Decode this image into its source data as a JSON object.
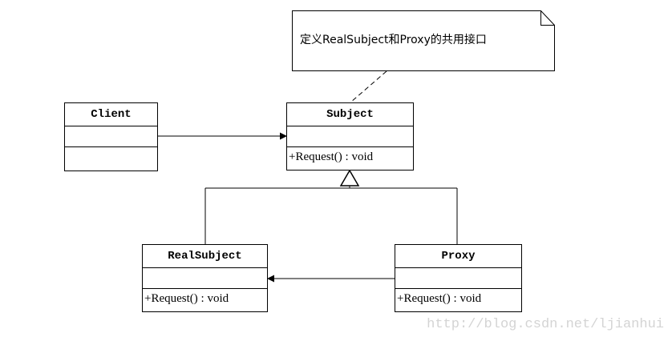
{
  "note": {
    "text": "定义RealSubject和Proxy的共用接口"
  },
  "classes": {
    "client": {
      "name": "Client"
    },
    "subject": {
      "name": "Subject",
      "operation": "+Request() : void"
    },
    "real_subject": {
      "name": "RealSubject",
      "operation": "+Request() : void"
    },
    "proxy": {
      "name": "Proxy",
      "operation": "+Request() : void"
    }
  },
  "watermark": "http://blog.csdn.net/ljianhui"
}
